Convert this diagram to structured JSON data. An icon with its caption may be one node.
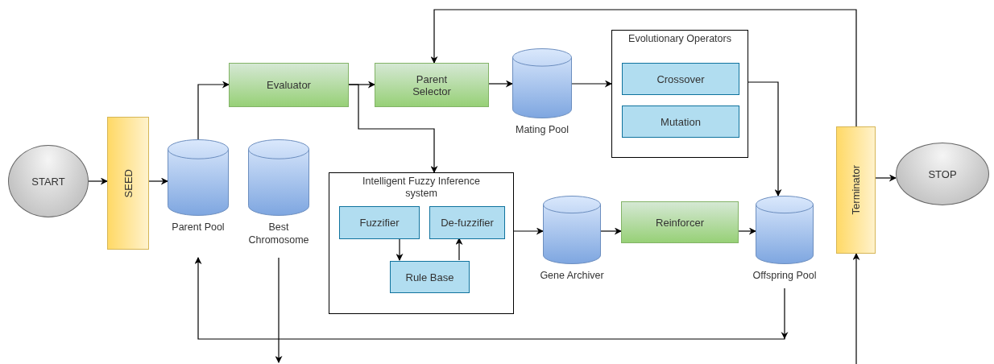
{
  "diagram": {
    "nodes": [
      {
        "text": [
          "START"
        ]
      },
      {
        "text": [
          "SEED"
        ]
      },
      {
        "text": [
          "Parent Pool"
        ]
      },
      {
        "text": [
          "Best Chromosome"
        ]
      },
      {
        "text": [
          "Evaluator"
        ]
      },
      {
        "text": [
          "Parent Selector"
        ]
      },
      {
        "text": [
          "Mating Pool"
        ]
      },
      {
        "text": [
          "Evolutionary Operators"
        ]
      },
      {
        "text": [
          "Crossover"
        ],
        "in": 7
      },
      {
        "text": [
          "Mutation"
        ],
        "in": 7
      },
      {
        "text": [
          "Intelligent Fuzzy Inference system"
        ]
      },
      {
        "text": [
          "Fuzzifier"
        ],
        "in": 10
      },
      {
        "text": [
          "De-fuzzifier"
        ],
        "in": 10
      },
      {
        "text": [
          "Rule Base"
        ],
        "in": 10
      },
      {
        "text": [
          "Gene Archiver"
        ]
      },
      {
        "text": [
          "Reinforcer"
        ]
      },
      {
        "text": [
          "Offspring Pool"
        ]
      },
      {
        "text": [
          "Terminator"
        ]
      },
      {
        "text": [
          "STOP"
        ]
      }
    ],
    "edges": [
      {
        "from": 0,
        "to": 1,
        "arrow": "to"
      },
      {
        "from": 1,
        "to": 2,
        "arrow": "to"
      },
      {
        "from": 2,
        "to": 4,
        "arrow": "to"
      },
      {
        "from": 4,
        "to": 5,
        "arrow": "to"
      },
      {
        "from": 4,
        "to": 10,
        "arrow": "to"
      },
      {
        "from": 17,
        "to": 5,
        "arrow": "to"
      },
      {
        "from": 5,
        "to": 6,
        "arrow": "to"
      },
      {
        "from": 6,
        "to": 7,
        "arrow": "to"
      },
      {
        "from": 7,
        "to": 16,
        "arrow": "to"
      },
      {
        "from": 11,
        "to": 13,
        "arrow": "to"
      },
      {
        "from": 13,
        "to": 12,
        "arrow": "to"
      },
      {
        "from": 10,
        "to": 14,
        "arrow": "to"
      },
      {
        "from": 14,
        "to": 15,
        "arrow": "to"
      },
      {
        "from": 15,
        "to": 16,
        "arrow": "to"
      },
      {
        "from": 16,
        "to": 2,
        "arrow": "to"
      },
      {
        "from": 3,
        "to": null,
        "arrow": "to"
      },
      {
        "from": null,
        "to": 17,
        "arrow": "to"
      },
      {
        "from": 17,
        "to": 18,
        "arrow": "to"
      }
    ]
  }
}
